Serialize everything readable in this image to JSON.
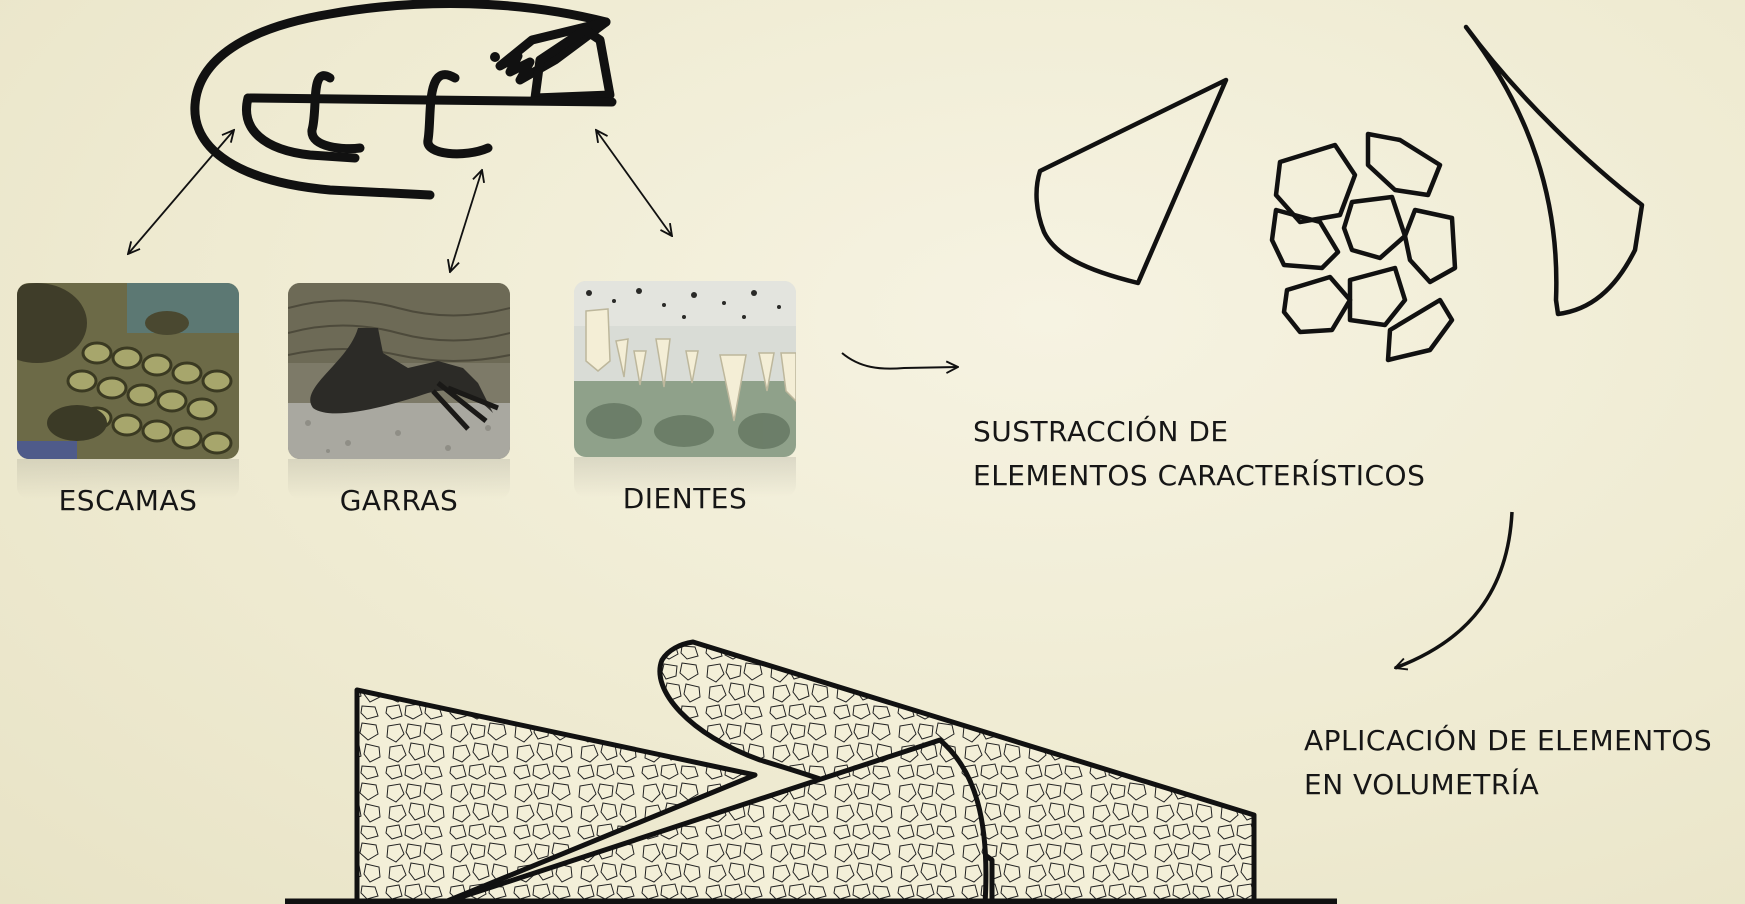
{
  "labels": {
    "escamas": "ESCAMAS",
    "garras": "GARRAS",
    "dientes": "DIENTES",
    "step1_line1": "SUSTRACCIÓN DE",
    "step1_line2": "ELEMENTOS CARACTERÍSTICOS",
    "step2_line1": "APLICACIÓN DE ELEMENTOS",
    "step2_line2": "EN VOLUMETRÍA"
  },
  "icons": {
    "crocodile": "crocodile-outline-icon",
    "tooth_left": "triangle-tooth-icon",
    "scales": "scale-pattern-icon",
    "tooth_right": "curved-tooth-icon",
    "arrow_right": "arrow-right-icon",
    "arrow_curved": "curved-arrow-down-icon"
  },
  "colors": {
    "background": "#efebd2",
    "ink": "#111111",
    "volume_fill": "#f3efd8"
  }
}
